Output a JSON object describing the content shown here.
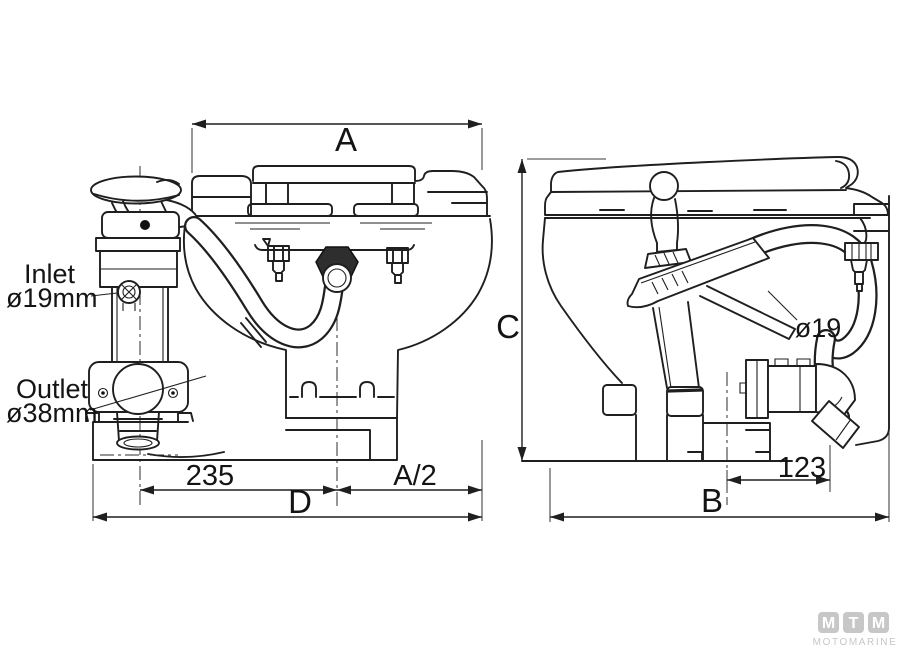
{
  "background": "#ffffff",
  "line_color": "#1f1f1f",
  "front_view": {
    "dim_width_label": "A",
    "dim_pump_to_center": "235",
    "dim_half_width": "A/2",
    "dim_overall_width": "D",
    "inlet_label": {
      "line1": "Inlet",
      "line2": "ø19mm"
    },
    "outlet_label": {
      "line1": "Outlet",
      "line2": "ø38mm"
    }
  },
  "side_view": {
    "dim_height_label": "C",
    "dim_outlet_offset": "123",
    "dim_overall_depth": "B",
    "hose_diameter_label": "ø19"
  },
  "logo": {
    "letters": [
      "M",
      "T",
      "M"
    ],
    "wordmark": "MOTOMARINE",
    "color": "#c7c7c7"
  }
}
